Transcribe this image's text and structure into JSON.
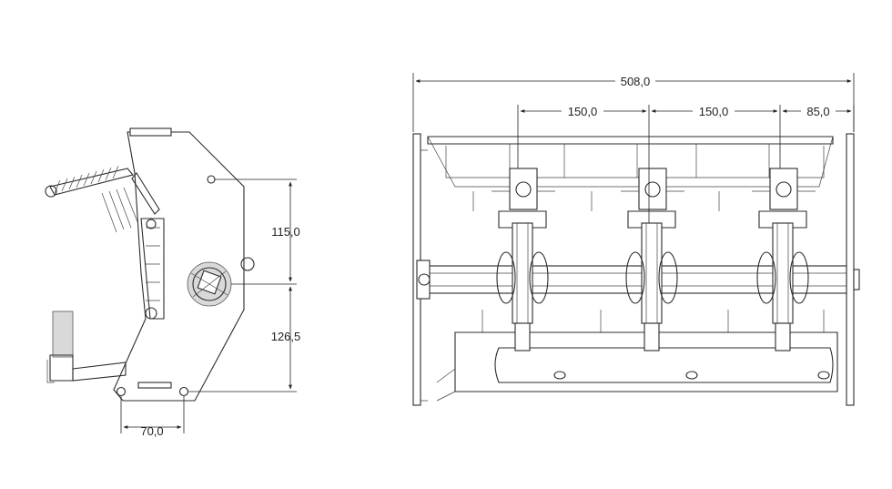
{
  "side_view": {
    "dim_upper": "115,0",
    "dim_lower": "126,5",
    "dim_bottom": "70,0"
  },
  "front_view": {
    "dim_overall": "508,0",
    "dim_pitch_1": "150,0",
    "dim_pitch_2": "150,0",
    "dim_edge": "85,0"
  }
}
